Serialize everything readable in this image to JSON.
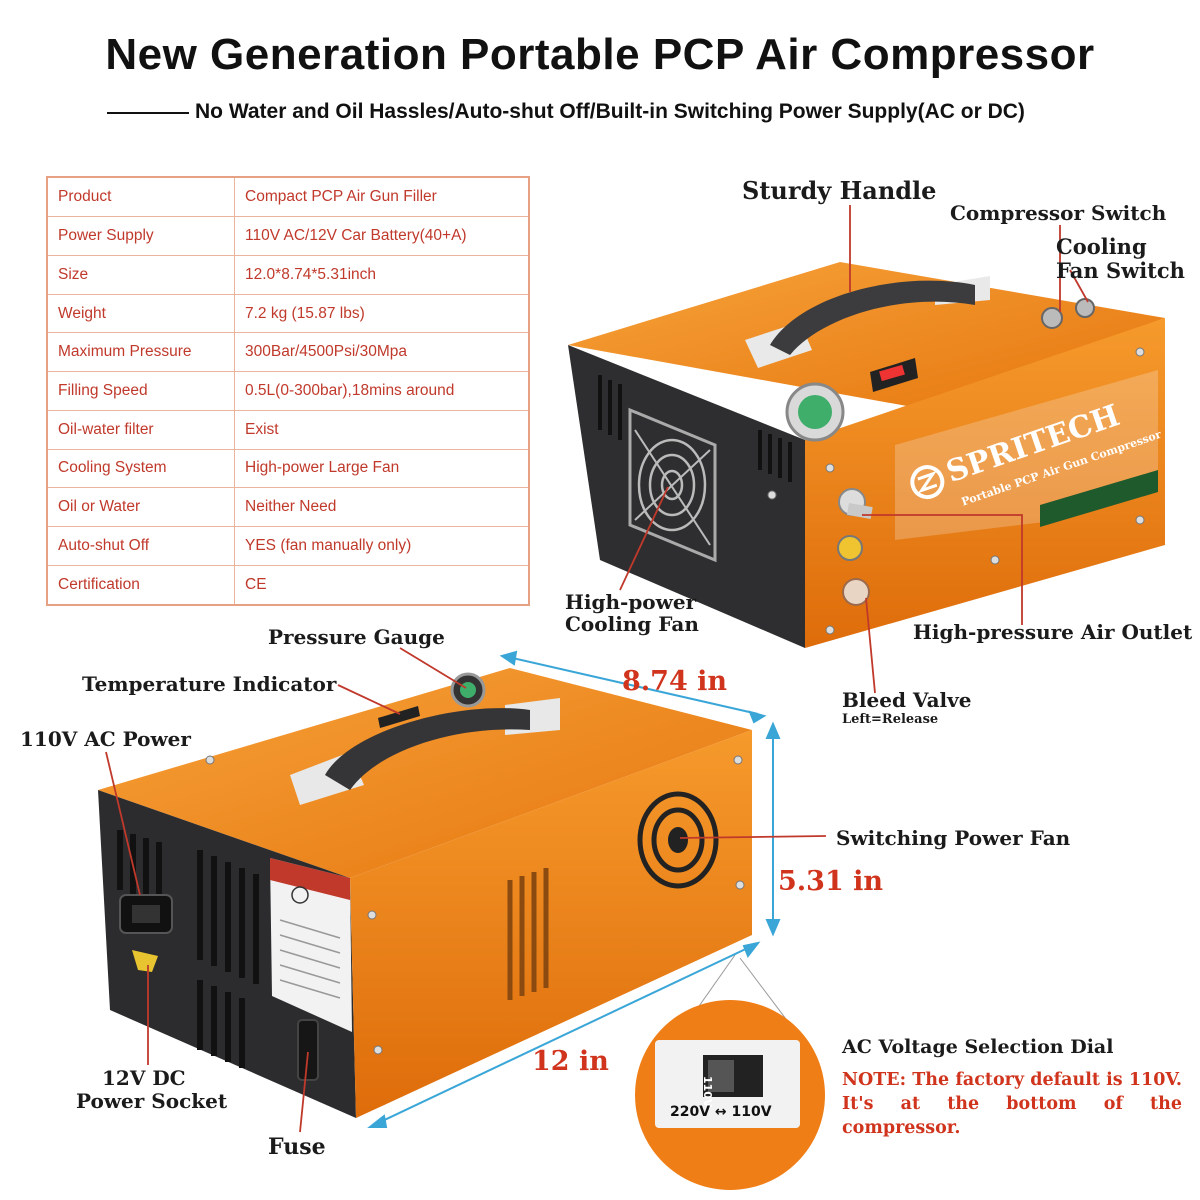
{
  "title": "New Generation Portable PCP Air Compressor",
  "subtitle": "No Water and Oil Hassles/Auto-shut Off/Built-in Switching Power Supply(AC or DC)",
  "specs": [
    {
      "key": "Product",
      "value": "Compact PCP Air Gun Filler"
    },
    {
      "key": "Power Supply",
      "value": "110V AC/12V Car Battery(40+A)"
    },
    {
      "key": "Size",
      "value": "12.0*8.74*5.31inch"
    },
    {
      "key": "Weight",
      "value": "7.2 kg (15.87 lbs)"
    },
    {
      "key": "Maximum Pressure",
      "value": "300Bar/4500Psi/30Mpa"
    },
    {
      "key": "Filling Speed",
      "value": "0.5L(0-300bar),18mins around"
    },
    {
      "key": "Oil-water filter",
      "value": "Exist"
    },
    {
      "key": "Cooling System",
      "value": "High-power Large Fan"
    },
    {
      "key": "Oil or Water",
      "value": "Neither Need"
    },
    {
      "key": "Auto-shut Off",
      "value": "YES (fan manually only)"
    },
    {
      "key": "Certification",
      "value": "CE"
    }
  ],
  "labels": {
    "sturdy_handle": "Sturdy Handle",
    "compressor_switch": "Compressor Switch",
    "cooling_fan_switch_1": "Cooling",
    "cooling_fan_switch_2": "Fan Switch",
    "cooling_fan_1": "High-power",
    "cooling_fan_2": "Cooling Fan",
    "air_outlet": "High-pressure Air Outlet",
    "bleed_valve": "Bleed Valve",
    "bleed_valve_note": "Left=Release",
    "pressure_gauge": "Pressure Gauge",
    "temperature_indicator": "Temperature Indicator",
    "ac_power": "110V AC Power",
    "switching_power_fan": "Switching Power Fan",
    "dc_socket_1": "12V DC",
    "dc_socket_2": "Power Socket",
    "fuse": "Fuse",
    "voltage_dial": "AC Voltage Selection Dial",
    "dial_reading": "220V ↔ 110V",
    "dial_switch": "110V"
  },
  "dimensions": {
    "width": "8.74 in",
    "height": "5.31 in",
    "length": "12 in"
  },
  "brand": {
    "name": "SPRITECH",
    "caption": "Portable PCP Air Gun Compressor"
  },
  "note": {
    "key": "NOTE:",
    "text": "The factory default is 110V. It's at the bottom of the compressor."
  },
  "colors": {
    "body_orange": "#f28a1c",
    "dark_panel": "#2c2c2e",
    "accent_red": "#d0341d",
    "dim_blue": "#3aa6d8"
  }
}
